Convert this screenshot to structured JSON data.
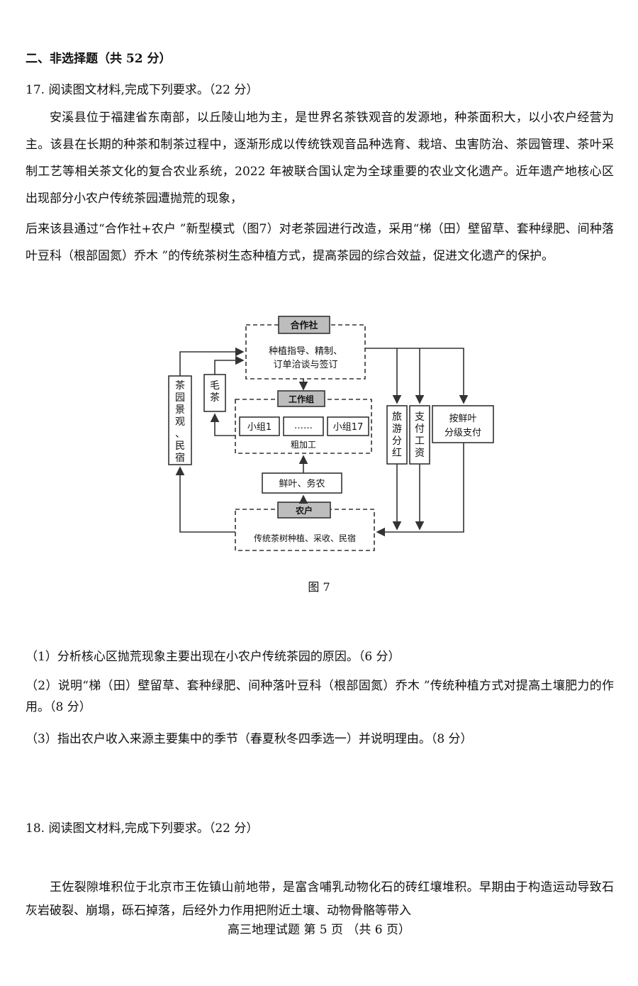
{
  "section_title": "二、非选择题（共 52 分）",
  "q17": {
    "stem": "17.   阅读图文材料,完成下列要求。（22 分）",
    "para1": "安溪县位于福建省东南部，以丘陵山地为主，是世界名茶铁观音的发源地，种茶面积大，以小农户经营为主。该县在长期的种茶和制茶过程中，逐渐形成以传统铁观音品种选育、栽培、虫害防治、茶园管理、茶叶采制工艺等相关茶文化的复合农业系统，2022 年被联合国认定为全球重要的农业文化遗产。近年遗产地核心区出现部分小农户传统茶园遭抛荒的现象，",
    "para2": "后来该县通过“合作社+农户 ”新型模式（图7）对老茶园进行改造，采用“梯（田）壁留草、套种绿肥、间种落叶豆科（根部固氮）乔木 ”的传统茶树生态种植方式，提高茶园的综合效益，促进文化遗产的保护。",
    "q1": "（1）分析核心区抛荒现象主要出现在小农户传统茶园的原因。（6 分）",
    "q2": "（2）说明“梯（田）壁留草、套种绿肥、间种落叶豆科（根部固氮）乔木 ”传统种植方式对提高土壤肥力的作用。（8 分）",
    "q3": "（3）指出农户收入来源主要集中的季节（春夏秋冬四季选一）并说明理由。（8 分）"
  },
  "figure": {
    "caption": "图 7",
    "coop_title": "合作社",
    "coop_desc_1": "种植指导、精制、",
    "coop_desc_2": "订单洽谈与签订",
    "workgroup_title": "工作组",
    "group_1": "小组1",
    "group_dots": "……",
    "group_17": "小组17",
    "rough_processing": "粗加工",
    "fresh_leaf_farm": "鲜叶、务农",
    "farmer_title": "农户",
    "farmer_desc": "传统茶树种植、采收、民宿",
    "left_label": "茶园景观、民宿",
    "maocha_label": "毛茶",
    "tourism_label": "旅游分红",
    "wage_label": "支付工资",
    "grade_pay_1": "按鲜叶",
    "grade_pay_2": "分级支付"
  },
  "q18": {
    "stem": "18.   阅读图文材料,完成下列要求。（22 分）",
    "para1": "王佐裂隙堆积位于北京市王佐镇山前地带，是富含哺乳动物化石的砖红壤堆积。早期由于构造运动导致石灰岩破裂、崩塌，砾石掉落，后经外力作用把附近土壤、动物骨骼等带入"
  },
  "footer": "高三地理试题   第  5  页   （共  6  页）"
}
